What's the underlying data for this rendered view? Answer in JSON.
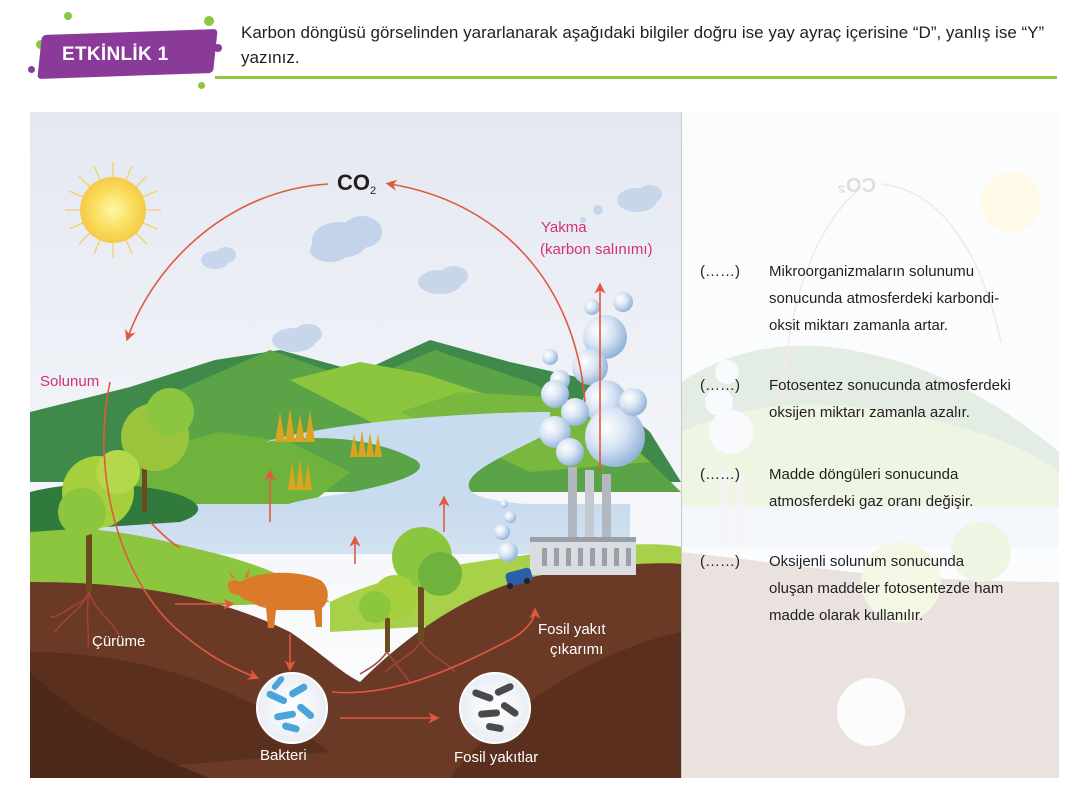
{
  "header": {
    "badge": "ETKİNLİK 1",
    "instruction": "Karbon döngüsü görselinden yararlanarak aşağıdaki bilgiler doğru ise yay ayraç içerisine “D”, yanlış ise “Y” yazınız."
  },
  "diagram": {
    "co2": "CO",
    "co2_sub": "2",
    "yakma_line1": "Yakma",
    "yakma_line2": "(karbon salınımı)",
    "solunum": "Solunum",
    "curume": "Çürüme",
    "fosil_cikarimi_line1": "Fosil yakıt",
    "fosil_cikarimi_line2": "çıkarımı",
    "bakteri": "Bakteri",
    "fosil_yakitlar": "Fosil yakıtlar",
    "mirrored_co2": "CO₂"
  },
  "statements": [
    {
      "blank": "(……)",
      "lines": [
        "Mikroorganizmaların solunumu",
        "sonucunda atmosferdeki karbondi-",
        "oksit miktarı zamanla artar."
      ]
    },
    {
      "blank": "(……)",
      "lines": [
        "Fotosentez sonucunda atmosferdeki",
        "oksijen miktarı zamanla azalır."
      ]
    },
    {
      "blank": "(……)",
      "lines": [
        "Madde döngüleri sonucunda",
        "atmosferdeki gaz oranı değişir."
      ]
    },
    {
      "blank": "(……)",
      "lines": [
        "Oksijenli solunum sonucunda",
        "oluşan maddeler fotosentezde ham",
        "madde olarak kullanılır."
      ]
    }
  ],
  "colors": {
    "badge": "#8a3b9a",
    "rule": "#8dc63f",
    "arrow": "#e2583e",
    "label_pink": "#d2307a",
    "soil": "#6b3a26",
    "sky_top": "#dfe6f2"
  }
}
